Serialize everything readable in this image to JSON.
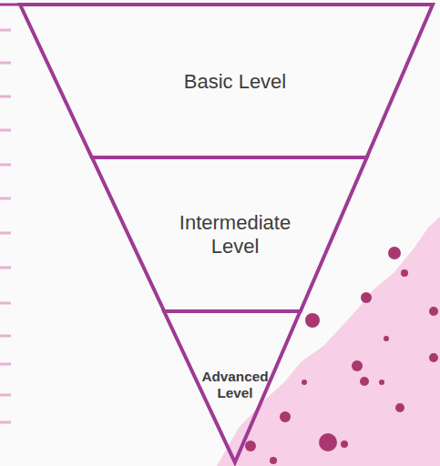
{
  "diagram": {
    "nodes": [
      {
        "text": [
          "Basic Level"
        ]
      },
      {
        "text": [
          "Intermediate Level"
        ]
      },
      {
        "text": [
          "Advanced Level"
        ]
      }
    ]
  }
}
